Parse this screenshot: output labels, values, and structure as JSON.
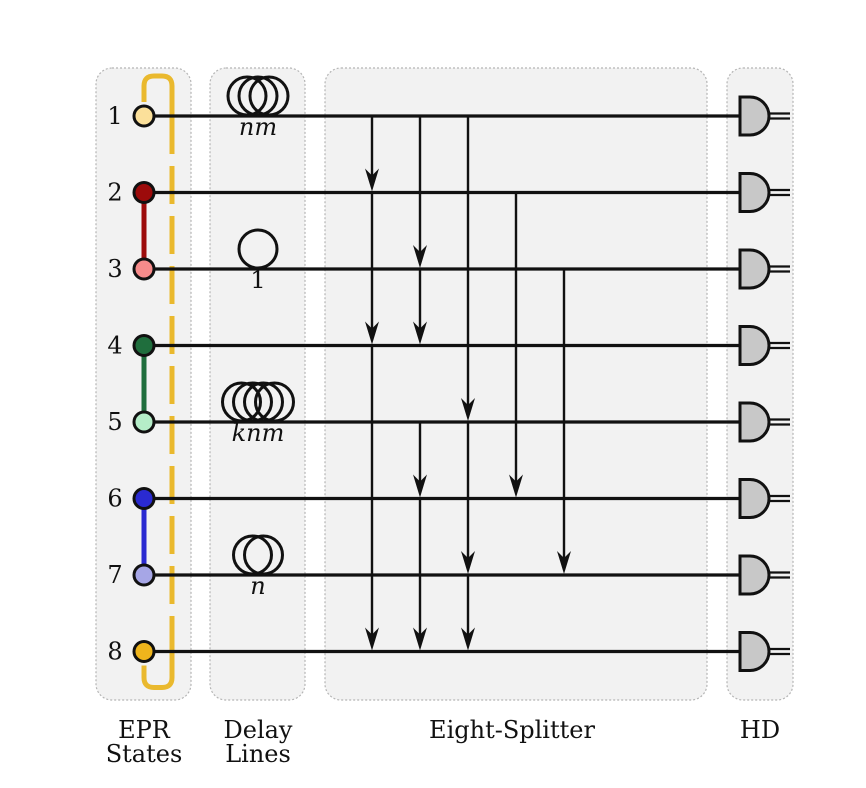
{
  "modes": [
    {
      "label": "1",
      "color": "#fbe09a"
    },
    {
      "label": "2",
      "color": "#9c0b0b"
    },
    {
      "label": "3",
      "color": "#f78b8b"
    },
    {
      "label": "4",
      "color": "#1f6e3d"
    },
    {
      "label": "5",
      "color": "#b5edc8"
    },
    {
      "label": "6",
      "color": "#2a2ad1"
    },
    {
      "label": "7",
      "color": "#a6a6e6"
    },
    {
      "label": "8",
      "color": "#efb51c"
    }
  ],
  "pair_links": [
    {
      "from": 2,
      "to": 3,
      "color": "#9c0b0b"
    },
    {
      "from": 4,
      "to": 5,
      "color": "#1f6e3d"
    },
    {
      "from": 6,
      "to": 7,
      "color": "#2a2ad1"
    }
  ],
  "outer_link": {
    "from": 1,
    "to": 8,
    "color": "#eab92e"
  },
  "delays": [
    {
      "mode": 1,
      "label": "nm",
      "loops": 3
    },
    {
      "mode": 3,
      "label": "1",
      "loops": 1
    },
    {
      "mode": 5,
      "label": "knm",
      "loops": 4
    },
    {
      "mode": 7,
      "label": "n",
      "loops": 2
    }
  ],
  "couplings": [
    {
      "from": 1,
      "to": 2
    },
    {
      "from": 1,
      "to": 3
    },
    {
      "from": 1,
      "to": 5
    },
    {
      "from": 2,
      "to": 4
    },
    {
      "from": 2,
      "to": 6
    },
    {
      "from": 3,
      "to": 4
    },
    {
      "from": 3,
      "to": 7
    },
    {
      "from": 4,
      "to": 8
    },
    {
      "from": 5,
      "to": 6
    },
    {
      "from": 5,
      "to": 7
    },
    {
      "from": 6,
      "to": 8
    },
    {
      "from": 7,
      "to": 8
    }
  ],
  "captions": {
    "epr_line1": "EPR",
    "epr_line2": "States",
    "delay_line1": "Delay",
    "delay_line2": "Lines",
    "splitter": "Eight-Splitter",
    "detector": "HD"
  },
  "colors": {
    "panel_fill": "#f2f2f2",
    "panel_border": "#b5b5b5",
    "detector_fill": "#c8c8c8"
  }
}
